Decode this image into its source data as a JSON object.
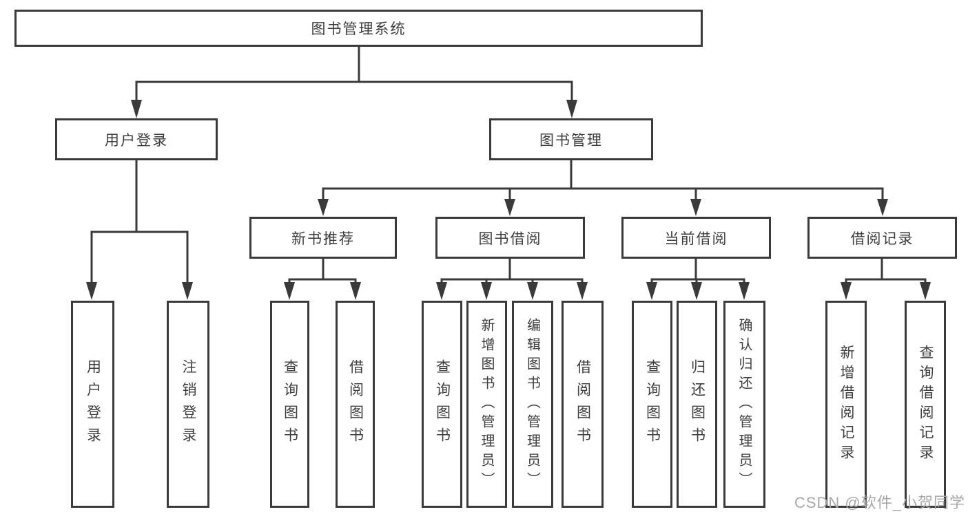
{
  "diagram": {
    "type": "tree",
    "title": "图书管理系统",
    "nodes": {
      "root": {
        "label": "图书管理系统"
      },
      "level2": [
        {
          "label": "用户登录",
          "parent": "图书管理系统"
        },
        {
          "label": "图书管理",
          "parent": "图书管理系统"
        }
      ],
      "level3": [
        {
          "label": "新书推荐",
          "parent": "图书管理"
        },
        {
          "label": "图书借阅",
          "parent": "图书管理"
        },
        {
          "label": "当前借阅",
          "parent": "图书管理"
        },
        {
          "label": "借阅记录",
          "parent": "图书管理"
        }
      ],
      "leaves": [
        {
          "label": "用户登录",
          "parent": "用户登录"
        },
        {
          "label": "注销登录",
          "parent": "用户登录"
        },
        {
          "label": "查询图书",
          "parent": "新书推荐"
        },
        {
          "label": "借阅图书",
          "parent": "新书推荐"
        },
        {
          "label": "查询图书",
          "parent": "图书借阅"
        },
        {
          "label": "新增图书（管理员）",
          "parent": "图书借阅"
        },
        {
          "label": "编辑图书（管理员）",
          "parent": "图书借阅"
        },
        {
          "label": "借阅图书",
          "parent": "图书借阅"
        },
        {
          "label": "查询图书",
          "parent": "当前借阅"
        },
        {
          "label": "归还图书",
          "parent": "当前借阅"
        },
        {
          "label": "确认归还（管理员）",
          "parent": "当前借阅"
        },
        {
          "label": "新增借阅记录",
          "parent": "借阅记录"
        },
        {
          "label": "查询借阅记录",
          "parent": "借阅记录"
        }
      ]
    }
  },
  "watermark": {
    "text": "CSDN @软件_小贺同学"
  },
  "colors": {
    "line": "#3a3a3a",
    "box_border": "#3a3a3a",
    "text": "#3d3d3d",
    "background": "#ffffff",
    "watermark": "#a8a8a8"
  }
}
